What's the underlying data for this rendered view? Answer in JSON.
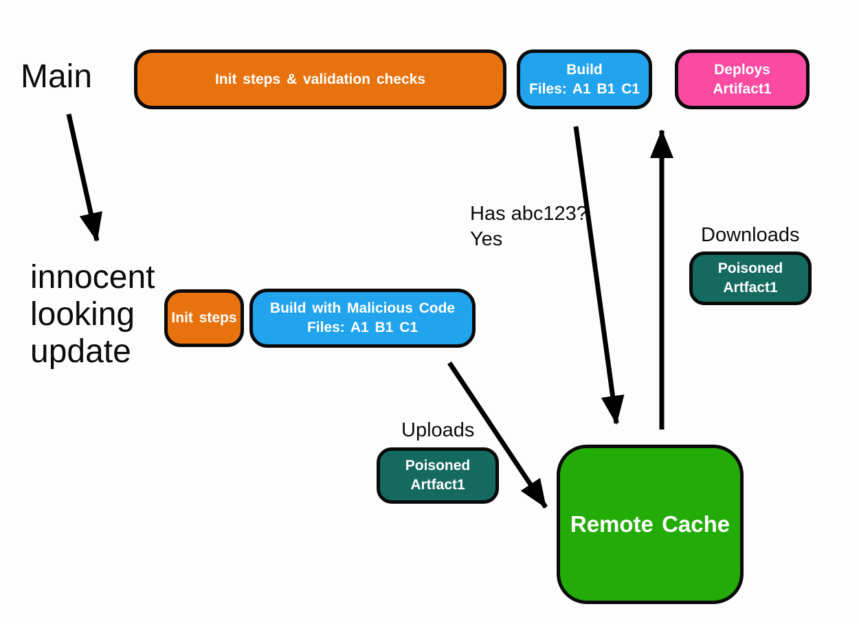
{
  "labels": {
    "main": "Main",
    "innocent_update": "innocent looking update",
    "has_hash_line1": "Has abc123?",
    "has_hash_line2": "Yes",
    "downloads": "Downloads",
    "uploads": "Uploads"
  },
  "main_pipeline": {
    "init": "Init steps & validation checks",
    "build_line1": "Build",
    "build_line2": "Files: A1 B1 C1",
    "deploy_line1": "Deploys",
    "deploy_line2": "Artifact1"
  },
  "update_pipeline": {
    "init": "Init steps",
    "build_line1": "Build with Malicious Code",
    "build_line2": "Files: A1 B1 C1"
  },
  "cache": {
    "remote_cache": "Remote Cache",
    "poisoned_line1": "Poisoned",
    "poisoned_line2": "Artfact1"
  },
  "colors": {
    "orange": "#E8730E",
    "blue": "#22A3EE",
    "pink": "#FB4AA2",
    "teal": "#156A60",
    "green": "#23AC08",
    "arrow": "#000000",
    "background": "#FDFDFD"
  }
}
